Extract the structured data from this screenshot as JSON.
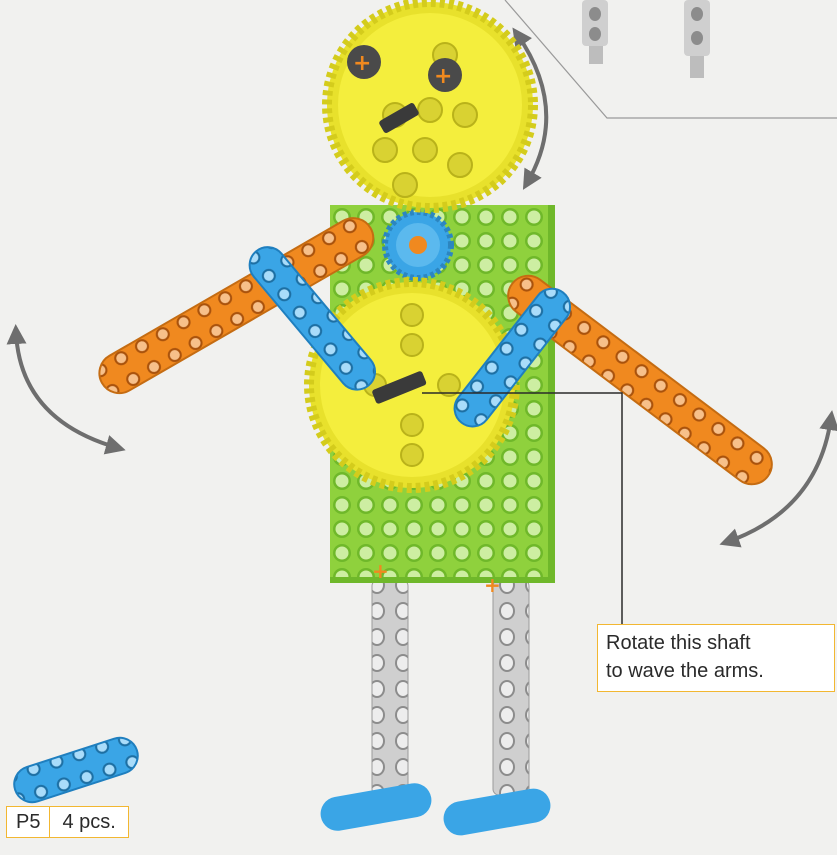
{
  "callout": {
    "line1": "Rotate this shaft",
    "line2": "to wave the arms."
  },
  "parts_list": {
    "part_id": "P5",
    "quantity": "4 pcs."
  },
  "colors": {
    "gear_yellow": "#f4ee3d",
    "frame_green": "#8fd13d",
    "beam_orange": "#f0891f",
    "beam_blue": "#3aa5e6",
    "leg_gray": "#c9c9c9",
    "label_border": "#f2b731"
  }
}
